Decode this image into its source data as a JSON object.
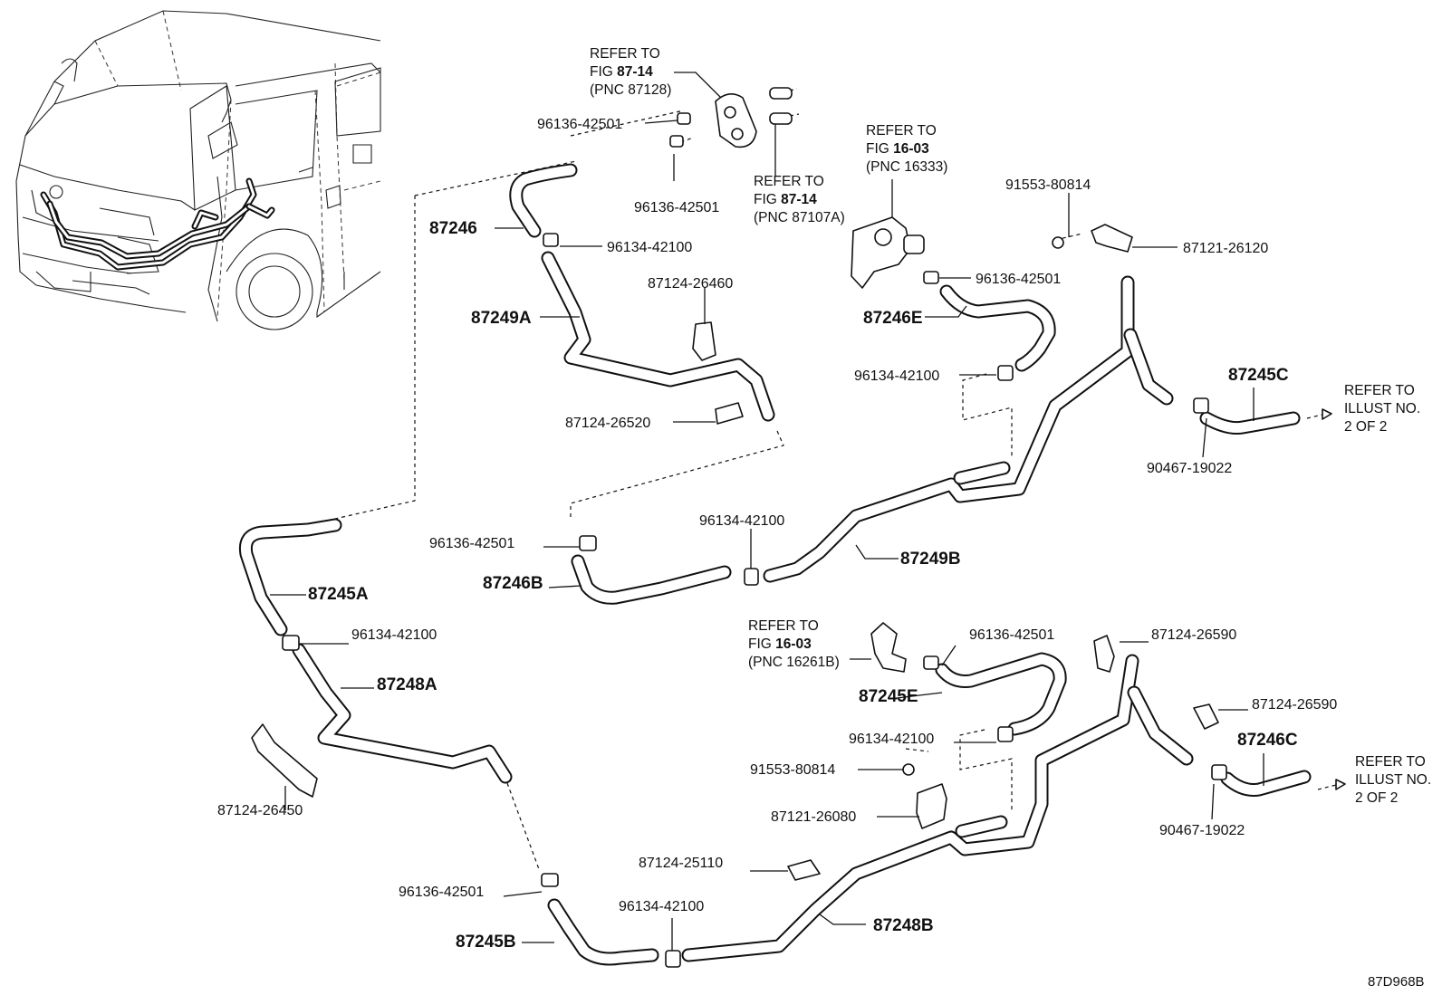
{
  "diagram_code": "87D968B",
  "refs": {
    "fig87_14_a": {
      "l1": "REFER TO",
      "l2a": "FIG ",
      "l2b": "87-14",
      "l3": "(PNC 87128)"
    },
    "fig87_14_b": {
      "l1": "REFER TO",
      "l2a": "FIG ",
      "l2b": "87-14",
      "l3": "(PNC 87107A)"
    },
    "fig16_03_a": {
      "l1": "REFER TO",
      "l2a": "FIG ",
      "l2b": "16-03",
      "l3": "(PNC 16333)"
    },
    "fig16_03_b": {
      "l1": "REFER TO",
      "l2a": "FIG ",
      "l2b": "16-03",
      "l3": "(PNC 16261B)"
    },
    "illust_a": {
      "l1": "REFER TO",
      "l2": "ILLUST NO.",
      "l3": "2 OF 2"
    },
    "illust_b": {
      "l1": "REFER TO",
      "l2": "ILLUST NO.",
      "l3": "2 OF 2"
    }
  },
  "parts": {
    "clamp_96136_42501_top1": "96136-42501",
    "clamp_96136_42501_top2": "96136-42501",
    "hose_87246": "87246",
    "clamp_96134_42100_a": "96134-42100",
    "pipe_87249A": "87249A",
    "clip_87124_26460": "87124-26460",
    "clip_87124_26520": "87124-26520",
    "clamp_96136_42501_mid": "96136-42501",
    "hose_87246E": "87246E",
    "clamp_96134_42100_b": "96134-42100",
    "bolt_91553_80814_a": "91553-80814",
    "bracket_87121_26120": "87121-26120",
    "hose_87245C": "87245C",
    "clamp_90467_19022_a": "90467-19022",
    "clamp_96136_42501_c": "96136-42501",
    "clamp_96134_42100_c": "96134-42100",
    "hose_87246B": "87246B",
    "pipe_87249B": "87249B",
    "hose_87245A": "87245A",
    "clamp_96134_42100_d": "96134-42100",
    "pipe_87248A": "87248A",
    "clamp_96136_42501_e": "96136-42501",
    "clip_87124_26590_a": "87124-26590",
    "hose_87245E": "87245E",
    "clamp_96134_42100_e": "96134-42100",
    "bolt_91553_80814_b": "91553-80814",
    "bracket_87121_26080": "87121-26080",
    "clip_87124_26590_b": "87124-26590",
    "hose_87246C": "87246C",
    "clamp_90467_19022_b": "90467-19022",
    "clip_87124_26450": "87124-26450",
    "clip_87124_25110": "87124-25110",
    "clamp_96136_42501_f": "96136-42501",
    "hose_87245B": "87245B",
    "clamp_96134_42100_f": "96134-42100",
    "pipe_87248B": "87248B"
  }
}
